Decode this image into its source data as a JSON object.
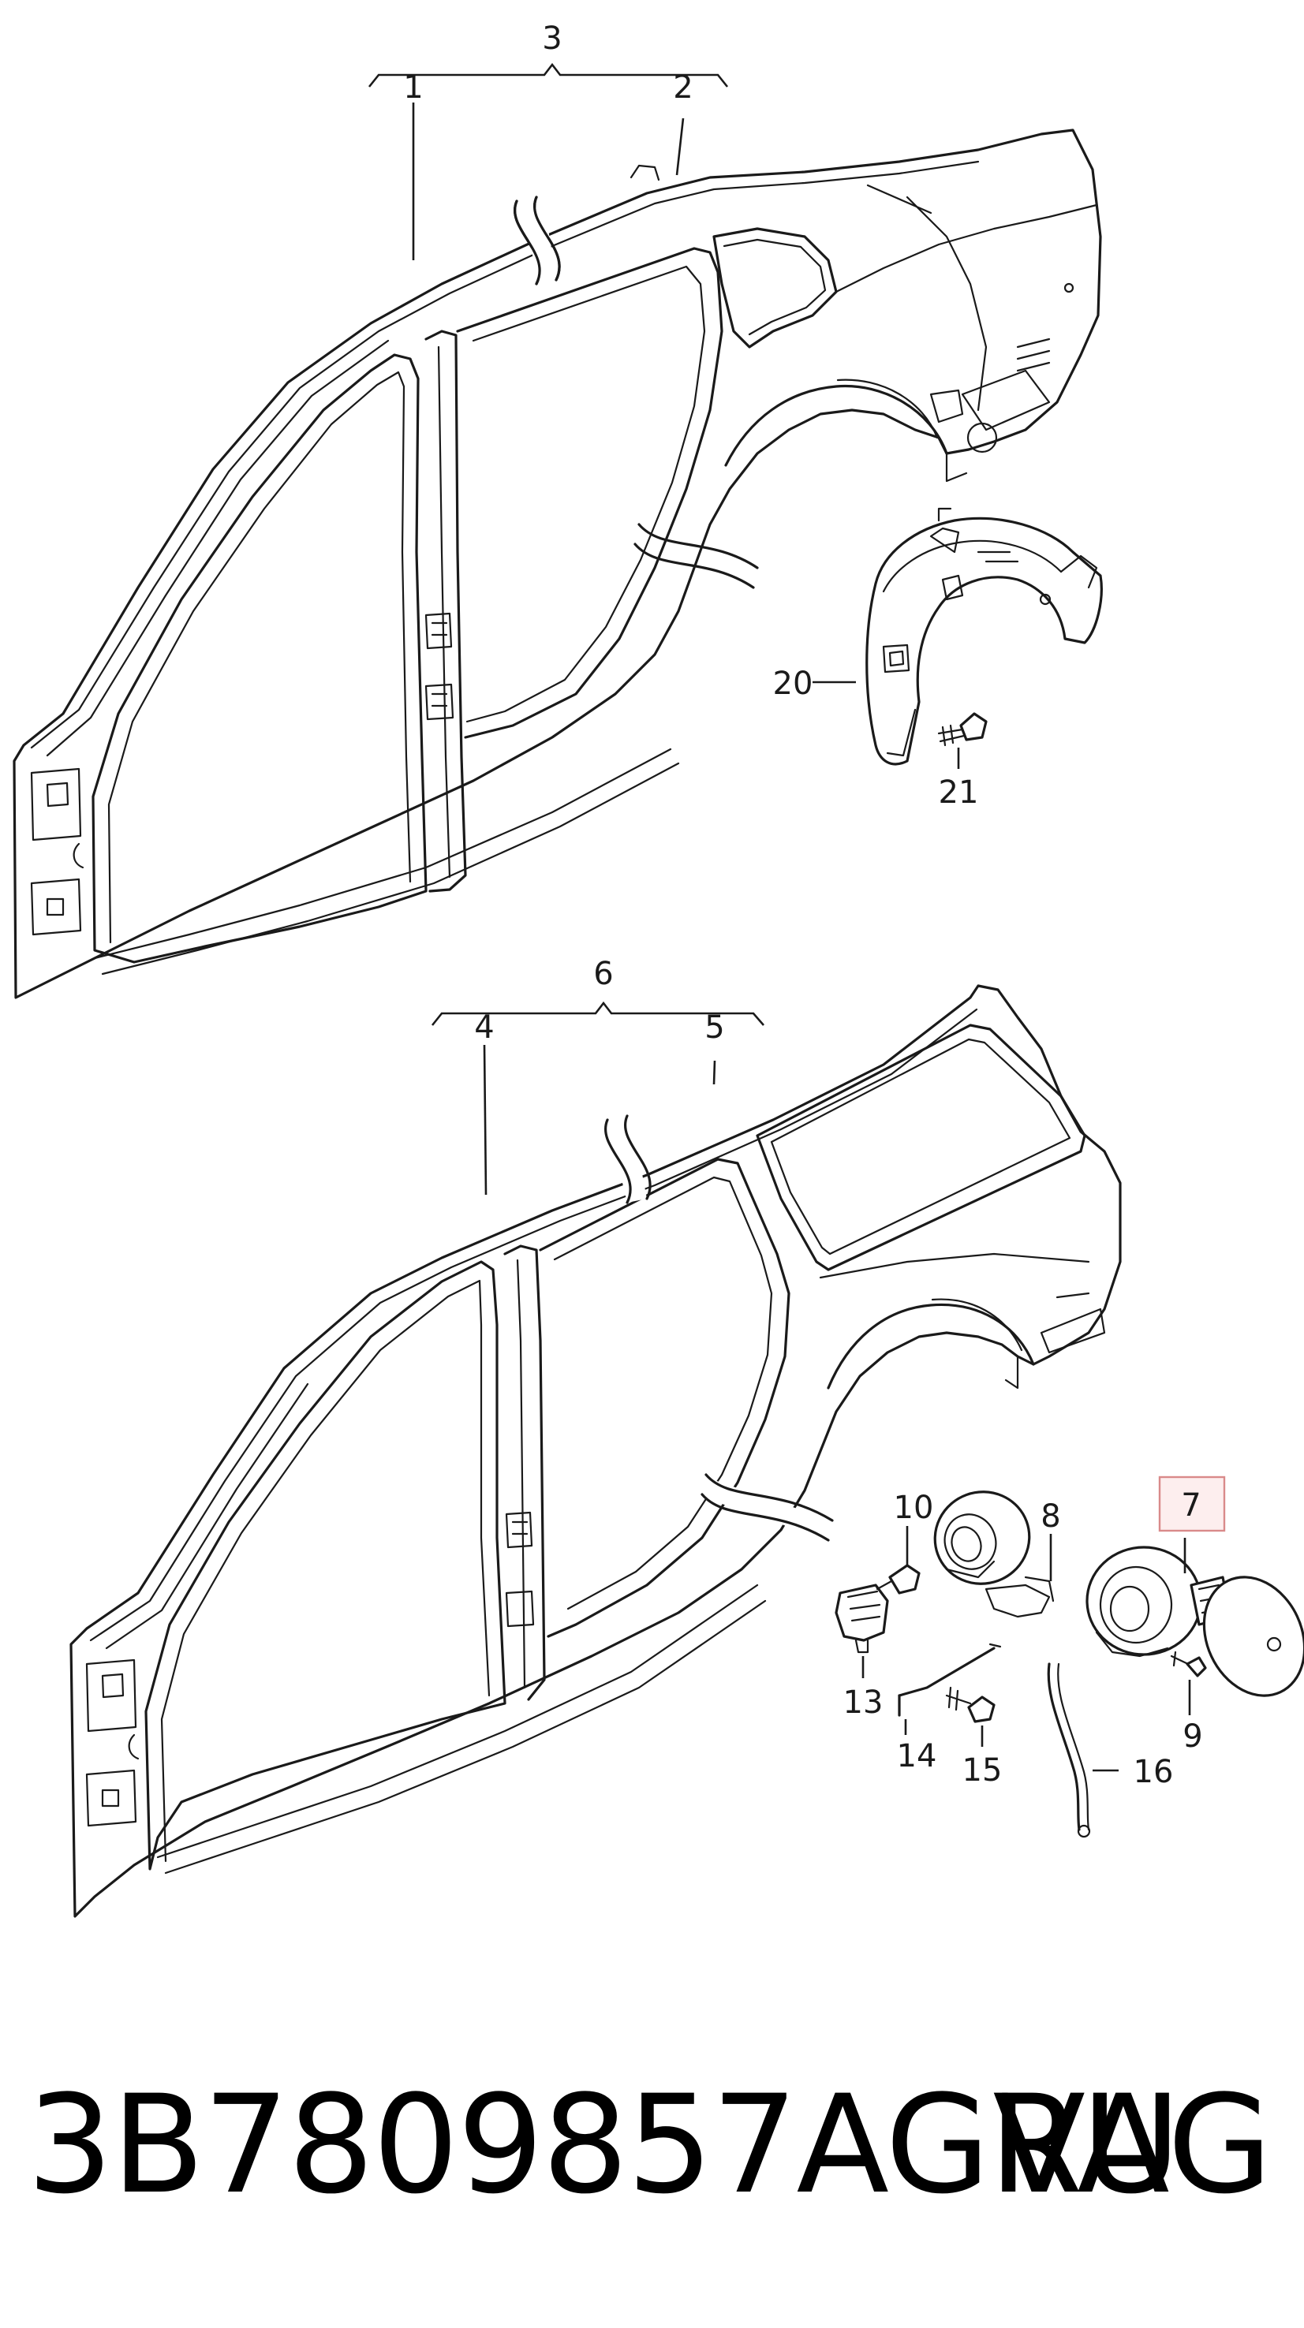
{
  "callouts": {
    "c1": "1",
    "c2": "2",
    "c3": "3",
    "c4": "4",
    "c5": "5",
    "c6": "6",
    "c7": "7",
    "c8": "8",
    "c9": "9",
    "c10": "10",
    "c13": "13",
    "c14": "14",
    "c15": "15",
    "c16": "16",
    "c20": "20",
    "c21": "21"
  },
  "highlighted_callout": "7",
  "colors": {
    "line": "#1a1a1a",
    "highlight_fill": "#fdeeee",
    "highlight_stroke": "#d98a8a"
  },
  "footer": {
    "part_number": "3B7809857AGRU",
    "brand": "VAG"
  }
}
